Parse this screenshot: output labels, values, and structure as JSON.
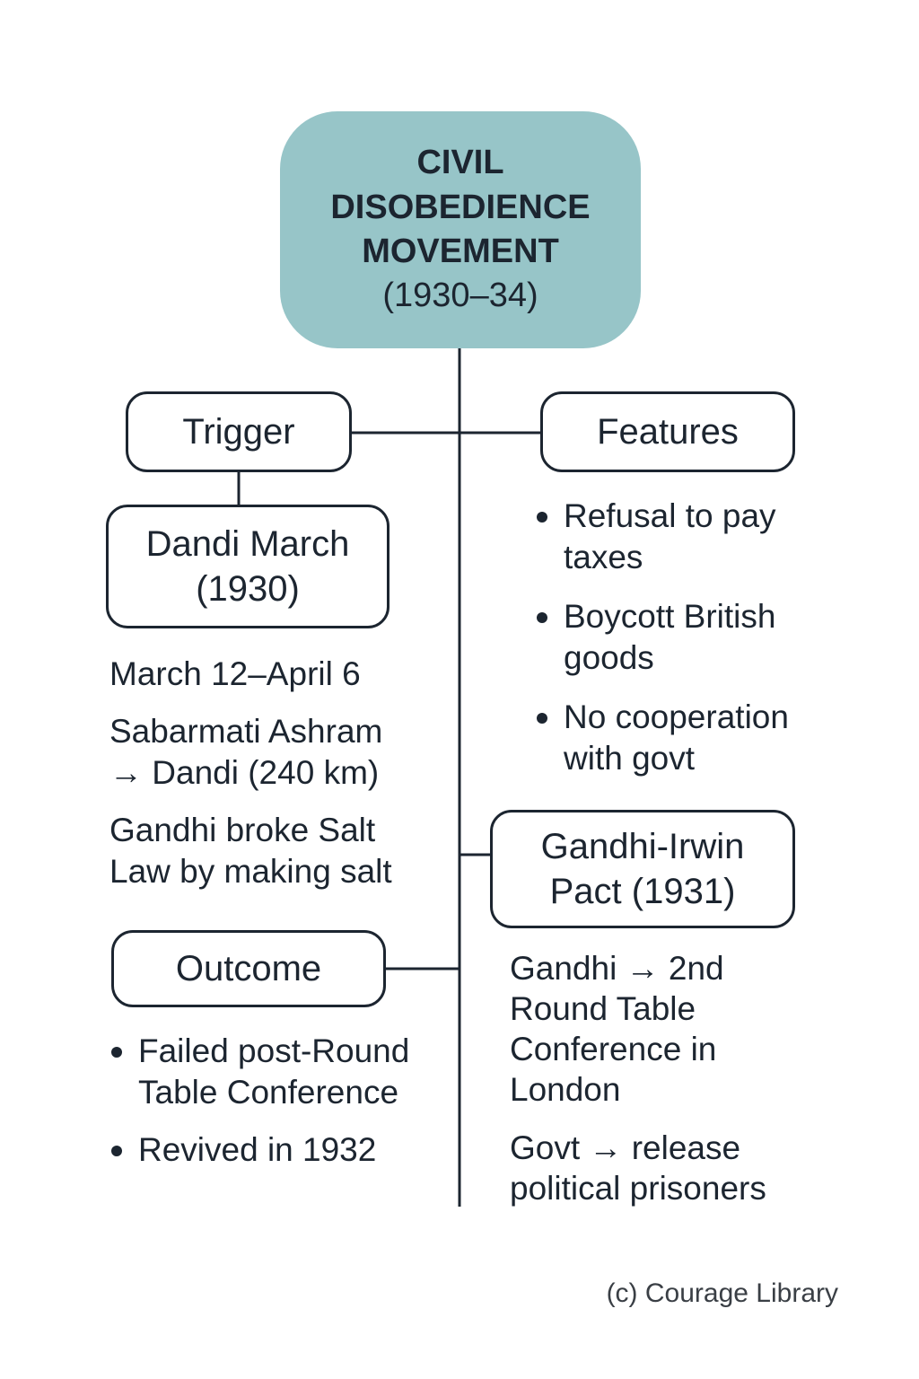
{
  "root": {
    "title_lines": [
      "CIVIL",
      "DISOBEDIENCE",
      "MOVEMENT"
    ],
    "years": "(1930–34)"
  },
  "trigger": {
    "label": "Trigger",
    "event": {
      "line1": "Dandi March",
      "line2": "(1930)"
    },
    "details": {
      "dates": "March 12–April 6",
      "route_line1": "Sabarmati Ashram",
      "route_line2": "→ Dandi (240 km)",
      "act_line1": "Gandhi broke Salt",
      "act_line2": "Law by making salt"
    }
  },
  "features": {
    "label": "Features",
    "items": [
      {
        "line1": "Refusal to pay",
        "line2": "taxes"
      },
      {
        "line1": "Boycott British",
        "line2": "goods"
      },
      {
        "line1": "No cooperation",
        "line2": "with govt"
      }
    ]
  },
  "pact": {
    "label_line1": "Gandhi-Irwin",
    "label_line2": "Pact (1931)",
    "details": {
      "p1_line1": "Gandhi → 2nd",
      "p1_line2": "Round Table",
      "p1_line3": "Conference in",
      "p1_line4": "London",
      "p2_line1": "Govt → release",
      "p2_line2": "political prisoners"
    }
  },
  "outcome": {
    "label": "Outcome",
    "items": [
      {
        "line1": "Failed post-Round",
        "line2": "Table Conference"
      },
      {
        "line1": "Revived in 1932",
        "line2": ""
      }
    ]
  },
  "credit": "(c) Courage Library"
}
